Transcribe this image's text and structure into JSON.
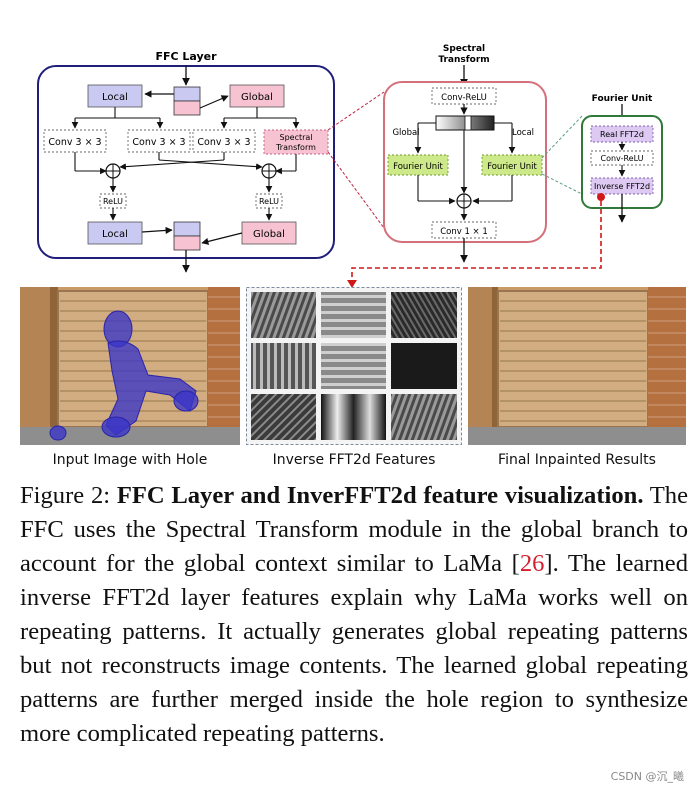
{
  "ffc_layer": {
    "title": "FFC Layer",
    "local_top": "Local",
    "global_top": "Global",
    "conv1": "Conv 3 × 3",
    "conv2": "Conv 3 × 3",
    "conv3": "Conv 3 × 3",
    "spectral_line1": "Spectral",
    "spectral_line2": "Transform",
    "relu_left": "ReLU",
    "relu_right": "ReLU",
    "local_bottom": "Local",
    "global_bottom": "Global"
  },
  "spectral_transform": {
    "title_line1": "Spectral",
    "title_line2": "Transform",
    "conv_relu": "Conv-ReLU",
    "global_label": "Global",
    "local_label": "Local",
    "fourier_left": "Fourier Unit",
    "fourier_right": "Fourier Unit",
    "conv_1x1": "Conv 1 × 1"
  },
  "fourier_unit": {
    "title": "Fourier Unit",
    "real_fft": "Real FFT2d",
    "conv_relu": "Conv-ReLU",
    "inverse_fft": "Inverse FFT2d"
  },
  "panels": {
    "input_label": "Input Image with Hole",
    "features_label": "Inverse FFT2d Features",
    "result_label": "Final Inpainted Results"
  },
  "caption": {
    "prefix": "Figure 2: ",
    "bold": "FFC Layer and InverFFT2d feature visualization.",
    "body1": " The FFC uses the Spectral Transform module in the global branch to account for the global context similar to LaMa [",
    "ref": "26",
    "body2": "]. The learned inverse FFT2d layer features explain why LaMa works well on repeating patterns. It actually generates global repeating patterns but not reconstructs image contents. The learned global repeating patterns are further merged inside the hole region to synthesize more complicated repeating patterns."
  },
  "watermark": "CSDN @沉_曦",
  "colors": {
    "ffc_border": "#1f1f7a",
    "spectral_border": "#d4707a",
    "fourier_border": "#2f7a3a",
    "local_fill": "#c9c9f2",
    "global_fill": "#f7c3d3",
    "fourier_fill": "#cde98a",
    "fft_fill": "#ddc9f2",
    "dashed_red": "#d01818",
    "ref_red": "#d2202f"
  }
}
